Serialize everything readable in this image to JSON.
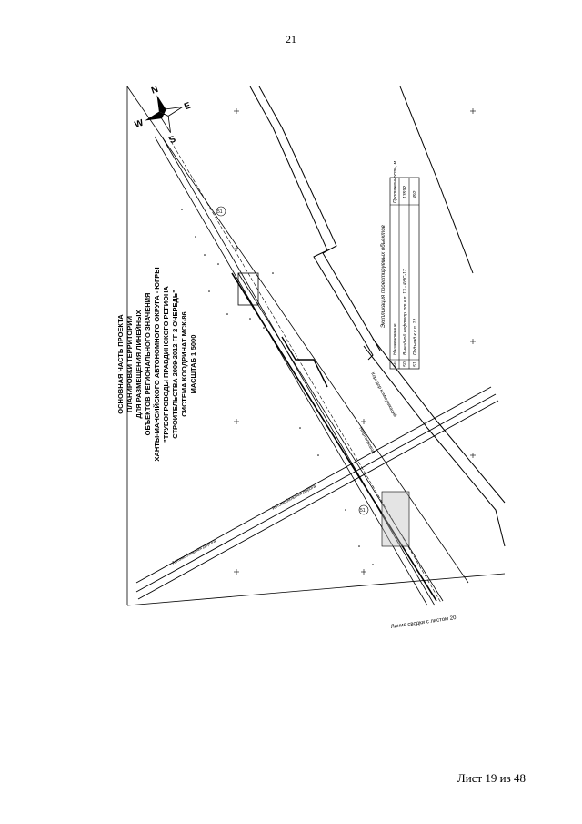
{
  "page": {
    "number": "21",
    "sheet_label": "Лист 19 из 48"
  },
  "title_block": {
    "lines": [
      "ОСНОВНАЯ ЧАСТЬ ПРОЕКТА",
      "ПЛАНИРОВКИ ТЕРРИТОРИИ",
      "ДЛЯ РАЗМЕЩЕНИЯ ЛИНЕЙНЫХ",
      "ОБЪЕКТОВ РЕГИОНАЛЬНОГО ЗНАЧЕНИЯ",
      "ХАНТЫ-МАНСИЙСКОГО АВТОНОМНОГО ОКРУГА - ЮГРЫ",
      "\"ТРУБОПРОВОДЫ ПРАВДИНСКОГО РЕГИОНА",
      "СТРОИТЕЛЬСТВА 2009-2012 ГГ 2 ОЧЕРЕДЬ\"",
      "СИСТЕМА КООДРИНАТ МСК-86",
      "МАСШТАБ 1:5000"
    ]
  },
  "compass": {
    "north": "N",
    "east": "E",
    "south": "S",
    "west": "W"
  },
  "explication": {
    "title": "Экспликация проектируемых объектов",
    "headers": [
      "№",
      "Наименование",
      "Протяженность, м"
    ],
    "rows": [
      {
        "no": "50",
        "name": "Выкидной нефтепр. от к.п. 13 - КНС-17",
        "length": "13592"
      },
      {
        "no": "51",
        "name": "Подъезд к к.п. 12",
        "length": "492"
      }
    ]
  },
  "labels": {
    "match_line": "Линия сводки с листом 20",
    "marker_51a": "51",
    "marker_51b": "51",
    "road_a": "Автомобильная дорога",
    "road_b": "Нефтепровод",
    "road_c": "Автомобильная дорога",
    "road_d": "Коридор коммуникаций"
  }
}
